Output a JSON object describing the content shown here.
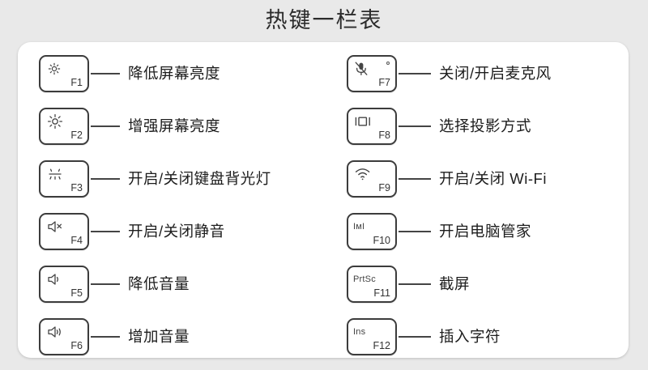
{
  "page": {
    "title": "热键一栏表",
    "background_color": "#e9e9e9",
    "panel_color": "#ffffff"
  },
  "columns": {
    "left": [
      {
        "key_label": "",
        "icon": "sun-small-icon",
        "fn": "F1",
        "desc": "降低屏幕亮度"
      },
      {
        "key_label": "",
        "icon": "sun-large-icon",
        "fn": "F2",
        "desc": "增强屏幕亮度"
      },
      {
        "key_label": "",
        "icon": "keyboard-backlight-icon",
        "fn": "F3",
        "desc": "开启/关闭键盘背光灯"
      },
      {
        "key_label": "",
        "icon": "speaker-mute-icon",
        "fn": "F4",
        "desc": "开启/关闭静音"
      },
      {
        "key_label": "",
        "icon": "speaker-volume-down-icon",
        "fn": "F5",
        "desc": "降低音量"
      },
      {
        "key_label": "",
        "icon": "speaker-volume-up-icon",
        "fn": "F6",
        "desc": "增加音量"
      }
    ],
    "right": [
      {
        "key_label": "",
        "icon": "microphone-mute-icon",
        "fn": "F7",
        "desc": "关闭/开启麦克风",
        "led": true
      },
      {
        "key_label": "",
        "icon": "projection-display-icon",
        "fn": "F8",
        "desc": "选择投影方式"
      },
      {
        "key_label": "",
        "icon": "wifi-icon",
        "fn": "F9",
        "desc": "开启/关闭 Wi-Fi"
      },
      {
        "key_label": "IмI",
        "icon": "pc-manager-icon",
        "fn": "F10",
        "desc": "开启电脑管家"
      },
      {
        "key_label": "PrtSc",
        "icon": "print-screen-icon",
        "fn": "F11",
        "desc": "截屏"
      },
      {
        "key_label": "Ins",
        "icon": "insert-icon",
        "fn": "F12",
        "desc": "插入字符"
      }
    ]
  }
}
